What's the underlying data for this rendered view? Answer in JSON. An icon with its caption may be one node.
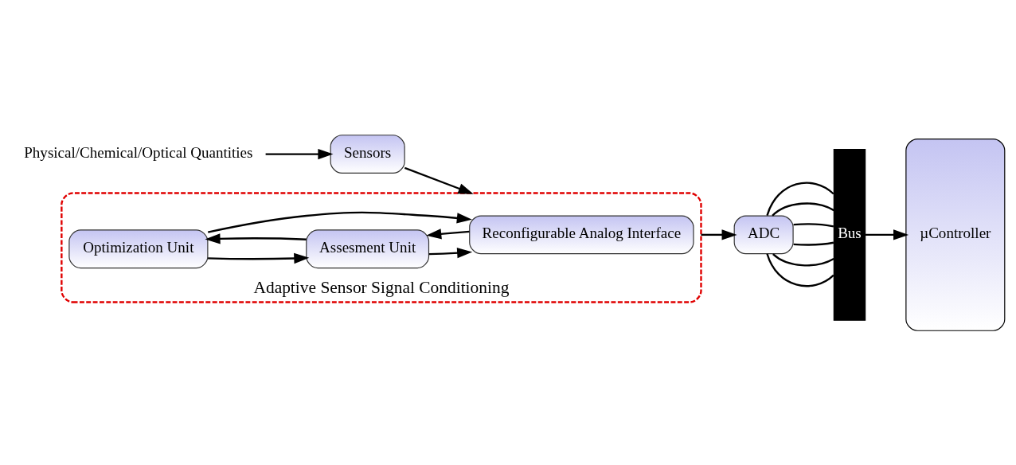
{
  "diagram": {
    "nodes": [
      {
        "text": [
          "Physical/Chemical/Optical Quantities"
        ]
      },
      {
        "text": [
          "Sensors"
        ]
      },
      {
        "text": [
          "Adaptive Sensor Signal Conditioning"
        ]
      },
      {
        "text": [
          "Optimization Unit"
        ],
        "in": 2
      },
      {
        "text": [
          "Assesment Unit"
        ],
        "in": 2
      },
      {
        "text": [
          "Reconfigurable Analog Interface"
        ],
        "in": 2
      },
      {
        "text": [
          "ADC"
        ]
      },
      {
        "text": [
          "Bus"
        ]
      },
      {
        "text": [
          "µController"
        ]
      }
    ],
    "edges": [
      {
        "from": 0,
        "to": 1,
        "arrow": "to"
      },
      {
        "from": 1,
        "to": 2,
        "arrow": "to"
      },
      {
        "from": 4,
        "to": 3,
        "arrow": "to"
      },
      {
        "from": 3,
        "to": 4,
        "arrow": "to"
      },
      {
        "from": 3,
        "to": 5,
        "arrow": "to"
      },
      {
        "from": 5,
        "to": 4,
        "arrow": "to"
      },
      {
        "from": 4,
        "to": 5,
        "arrow": "to"
      },
      {
        "from": 2,
        "to": 6,
        "arrow": "to"
      },
      {
        "from": 6,
        "to": 7,
        "arrow": "none"
      },
      {
        "from": 6,
        "to": 7,
        "arrow": "none"
      },
      {
        "from": 6,
        "to": 7,
        "arrow": "none"
      },
      {
        "from": 6,
        "to": 7,
        "arrow": "none"
      },
      {
        "from": 6,
        "to": 7,
        "arrow": "none"
      },
      {
        "from": 6,
        "to": 7,
        "arrow": "none"
      },
      {
        "from": 7,
        "to": 8,
        "arrow": "to"
      }
    ]
  }
}
